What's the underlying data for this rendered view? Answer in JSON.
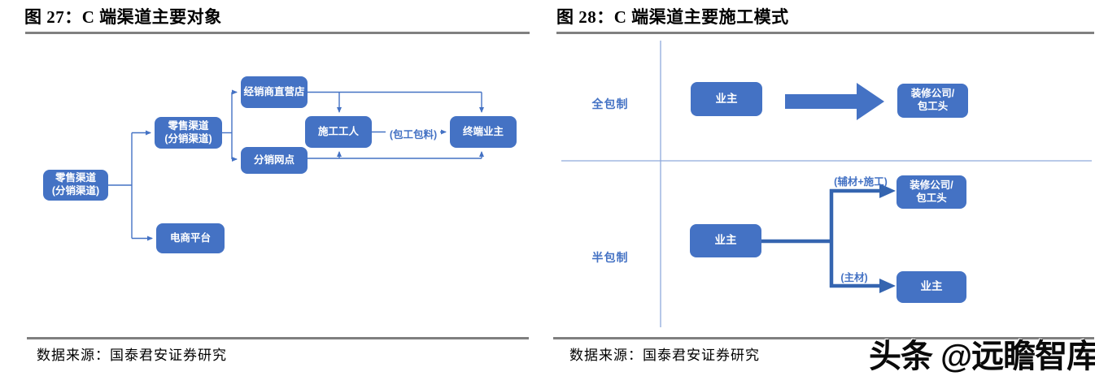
{
  "figure27": {
    "title": "图 27：C 端渠道主要对象",
    "source": "数据来源：国泰君安证券研究",
    "nodes": {
      "retail_root": "零售渠道\n(分销渠道)",
      "retail_sub": "零售渠道\n(分销渠道)",
      "dealer_store": "经销商直营店",
      "distribution_outlet": "分销网点",
      "construction_worker": "施工工人",
      "end_owner": "终端业主",
      "ecommerce": "电商平台"
    },
    "edge_label_contract": "(包工包料)"
  },
  "figure28": {
    "title": "图 28：C 端渠道主要施工模式",
    "source": "数据来源：国泰君安证券研究",
    "mode_full": "全包制",
    "mode_half": "半包制",
    "nodes": {
      "owner_full": "业主",
      "decorator_full": "装修公司/\n包工头",
      "owner_half": "业主",
      "decorator_half": "装修公司/\n包工头",
      "owner_half_result": "业主"
    },
    "edge_label_aux": "(辅材+施工)",
    "edge_label_main": "(主材)"
  },
  "watermark": "头条 @远瞻智库",
  "colors": {
    "node_fill": "#4472C4",
    "node_text": "#ffffff",
    "thin_connector": "#4472C4",
    "thick_connector": "#3565B0",
    "axis_line": "#8FAADC",
    "rule_gray": "#7f7f7f",
    "label_blue": "#4472C4"
  }
}
